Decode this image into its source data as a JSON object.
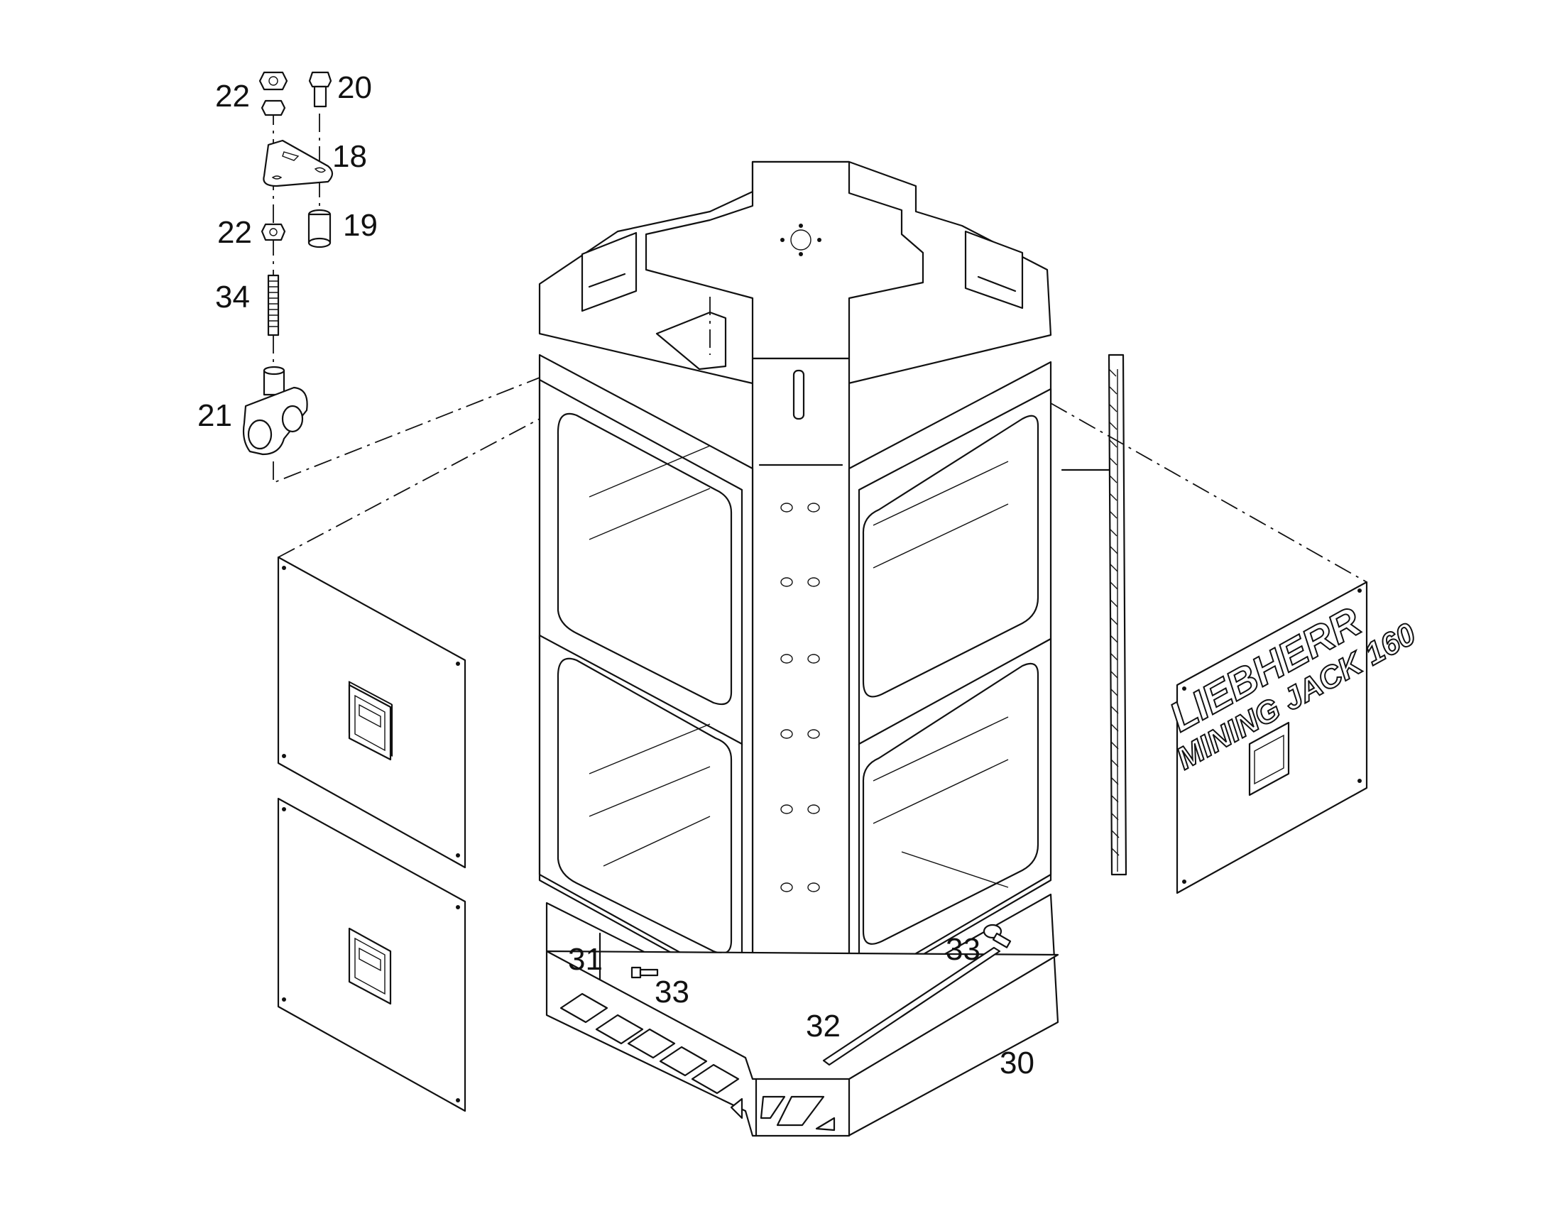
{
  "callouts": {
    "c22a": "22",
    "c20": "20",
    "c18": "18",
    "c22b": "22",
    "c19": "19",
    "c34": "34",
    "c21": "21",
    "c31": "31",
    "c33a": "33",
    "c33b": "33",
    "c32": "32",
    "c30": "30"
  },
  "brand_panel": {
    "line1": "LIEBHERR",
    "line2": "MINING JACK 160"
  }
}
